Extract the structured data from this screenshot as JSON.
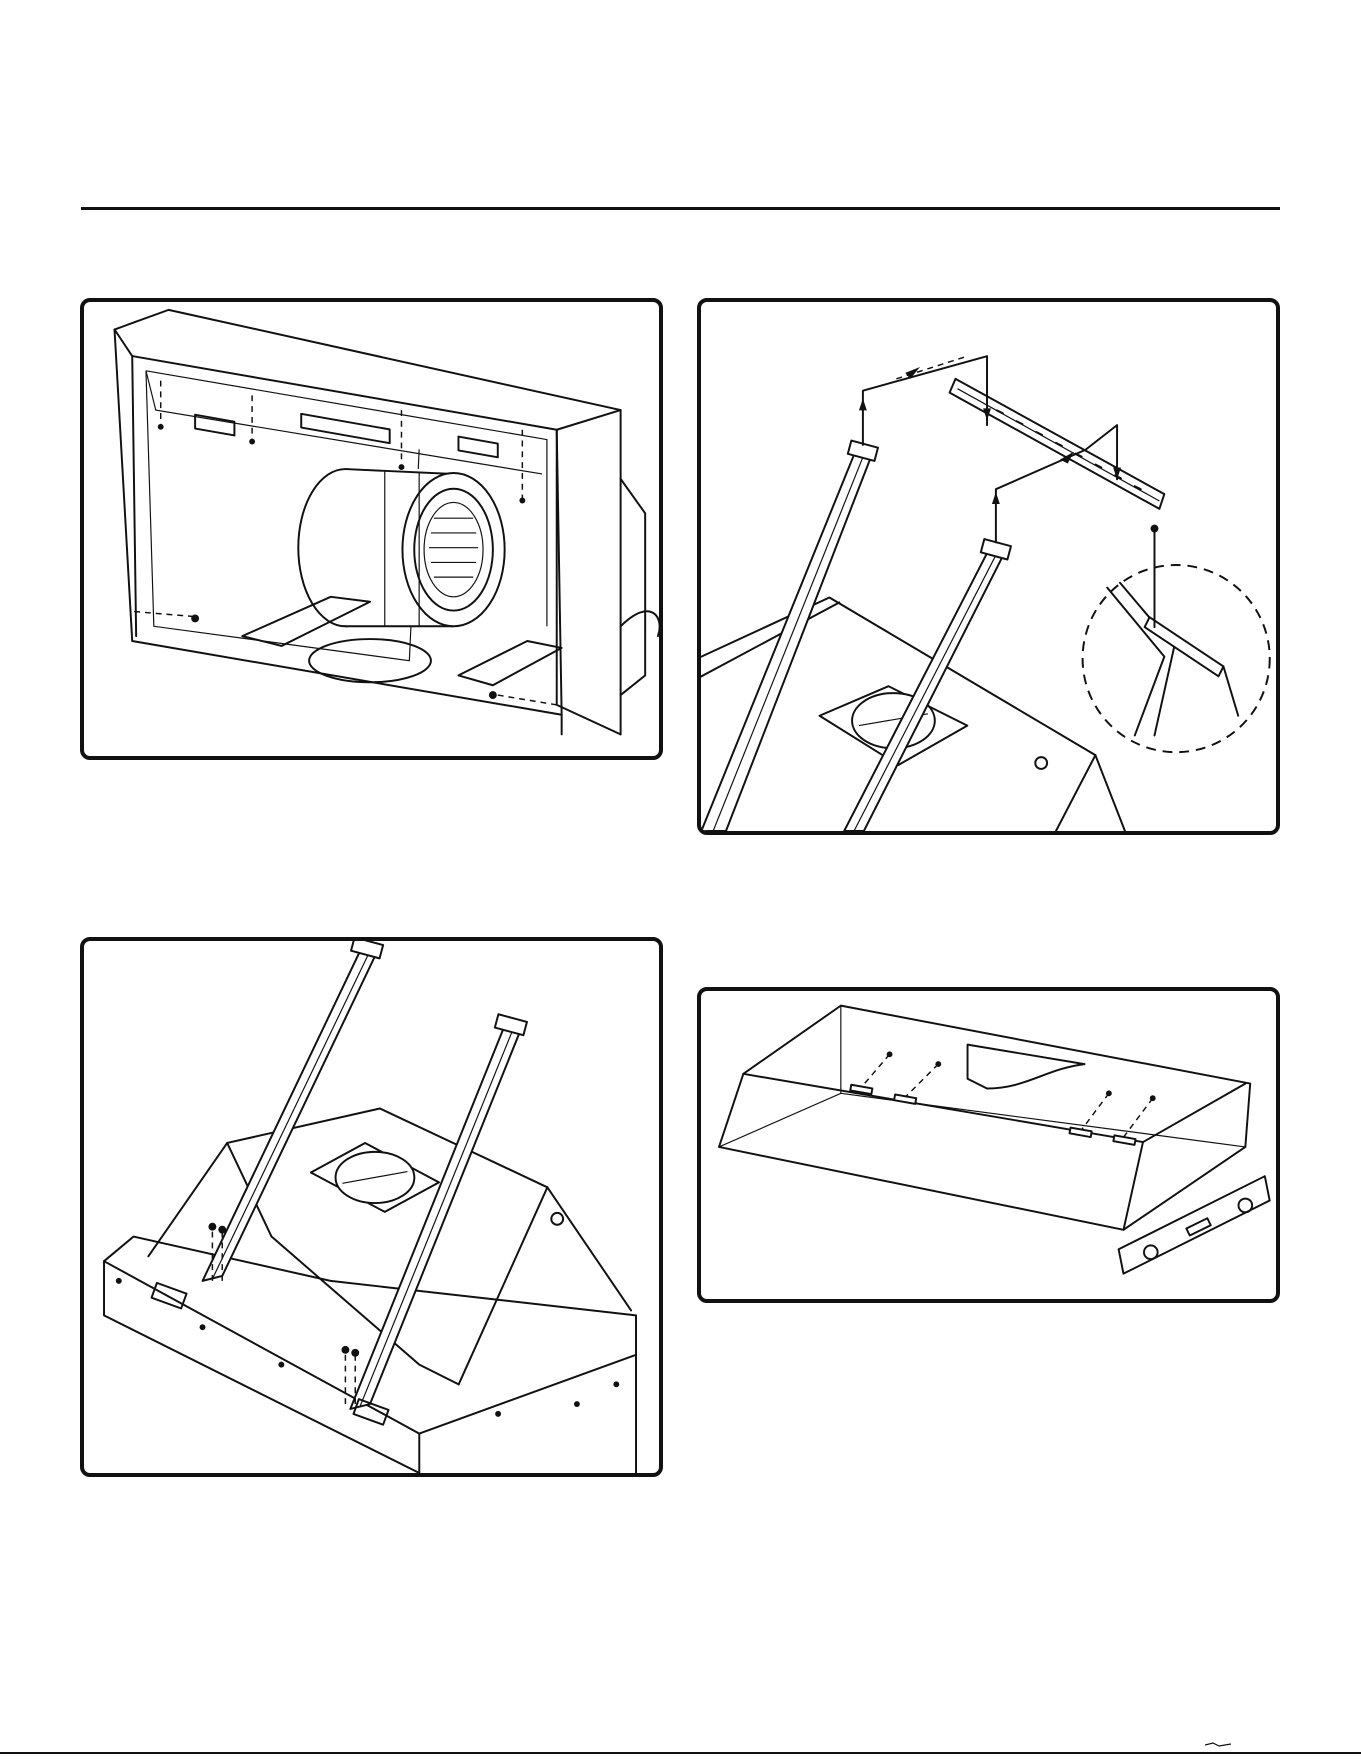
{
  "page": {
    "header_rule": "section-divider",
    "footer_rule": "footer-divider"
  },
  "figures": [
    {
      "id": "fig-blower-housing",
      "icon": "range-hood-blower-illustration"
    },
    {
      "id": "fig-bracket-detail",
      "icon": "mounting-bracket-illustration"
    },
    {
      "id": "fig-rails-attached",
      "icon": "hood-with-rails-illustration"
    },
    {
      "id": "fig-hood-level",
      "icon": "hood-and-level-illustration"
    }
  ]
}
